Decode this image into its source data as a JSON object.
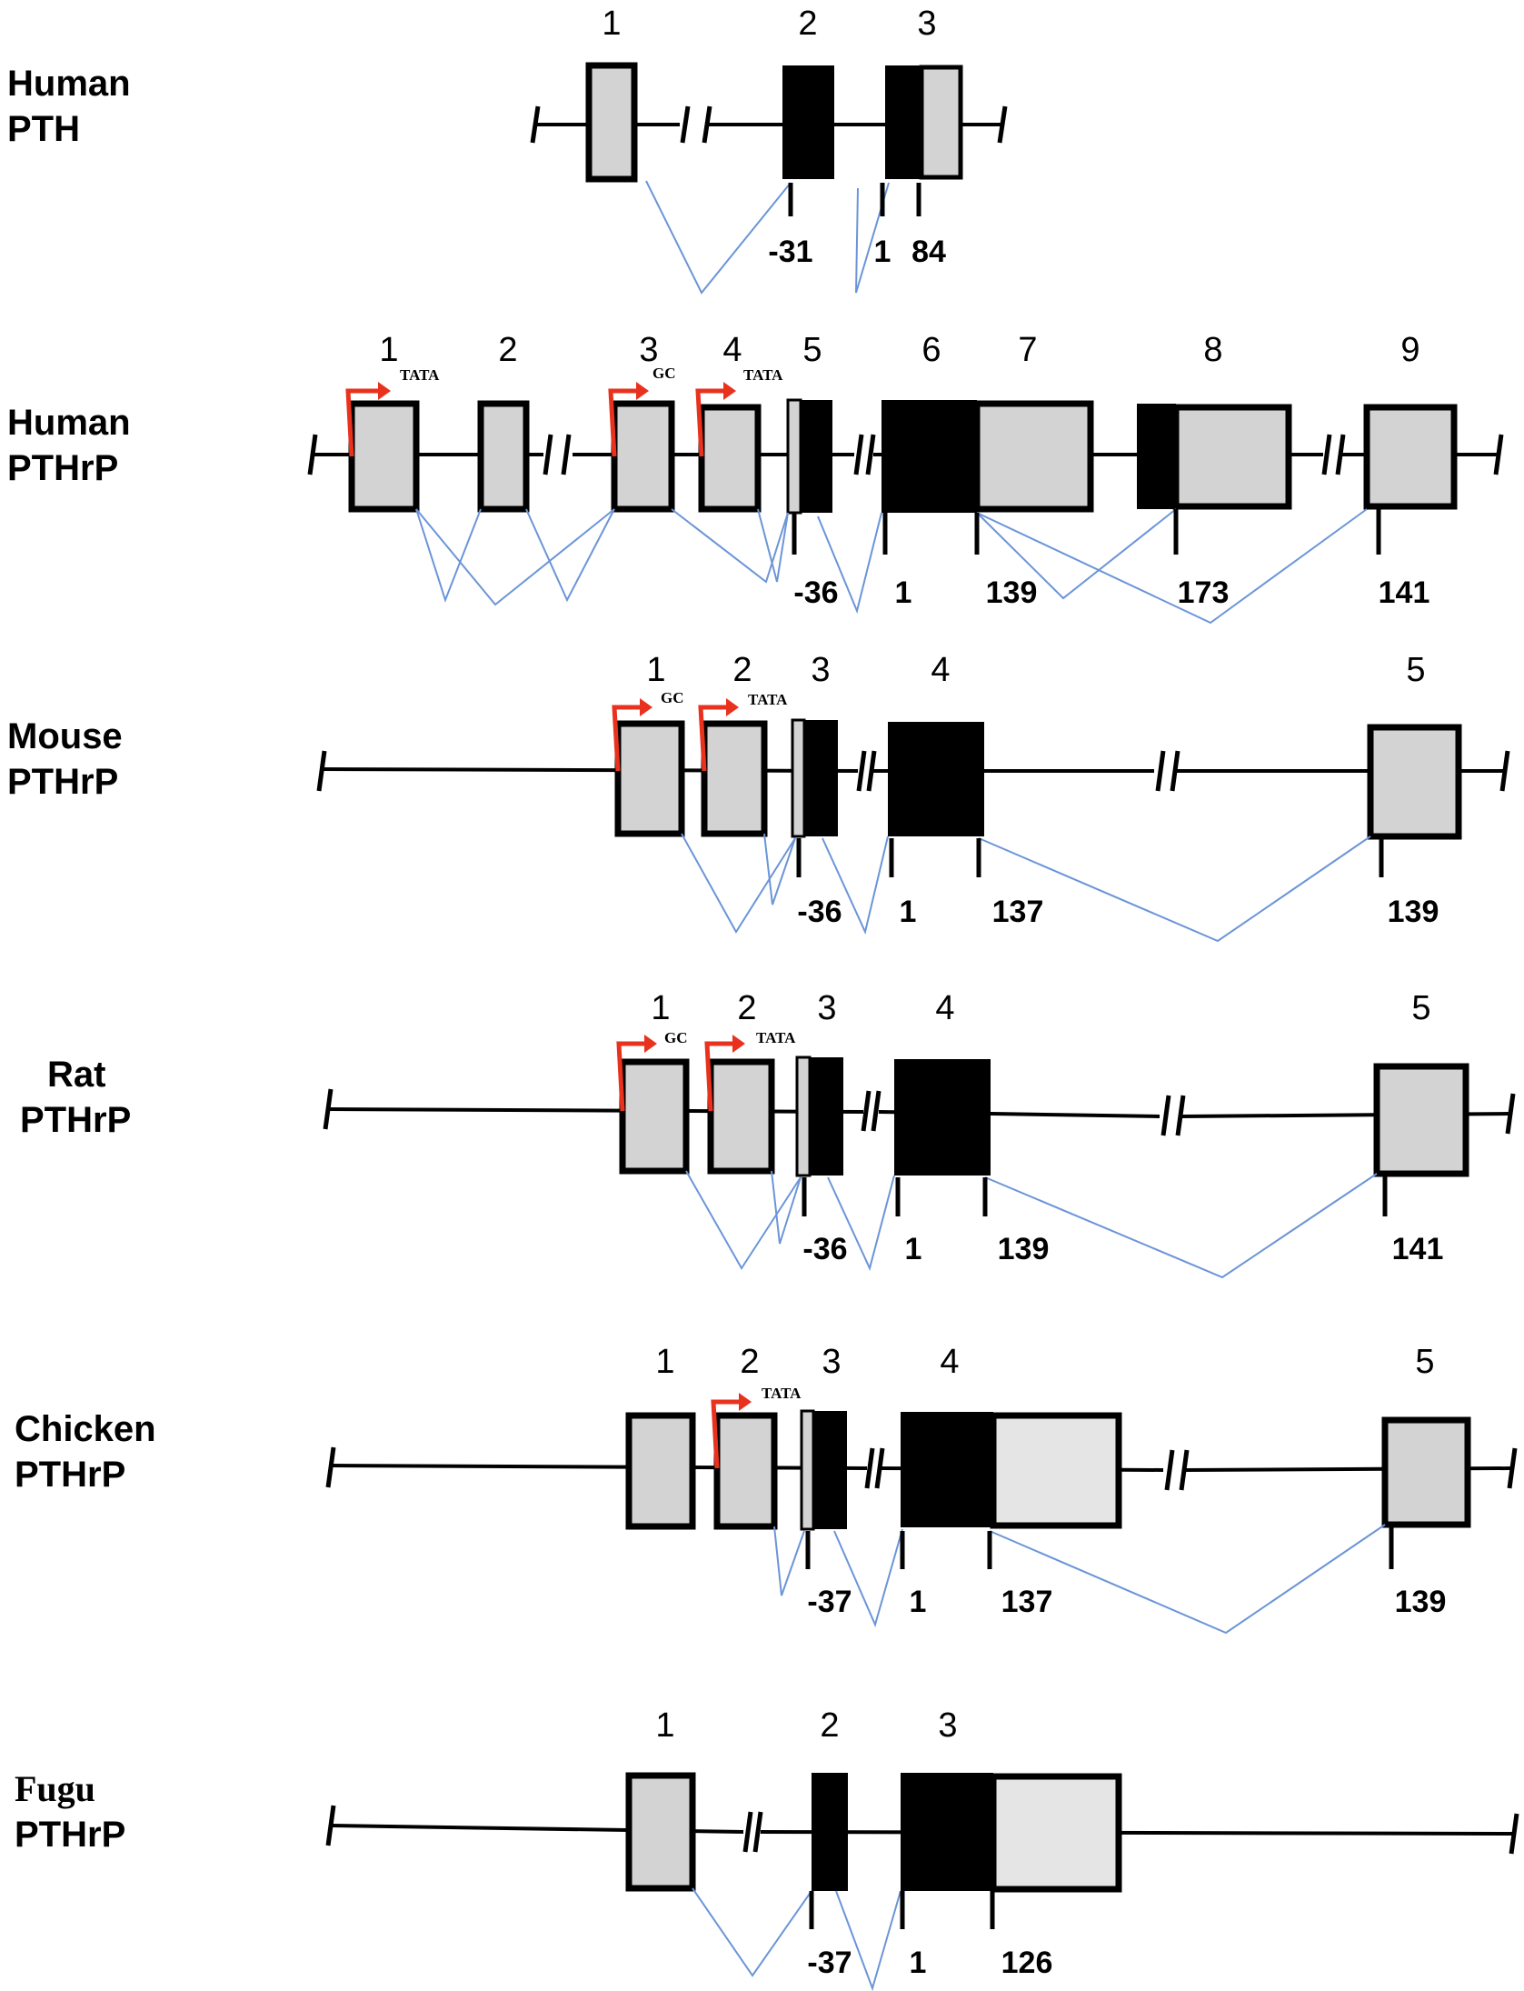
{
  "colors": {
    "coding_exon": "#000000",
    "utr_exon": "#d3d3d3",
    "light_utr_exon": "#e5e5e5",
    "promoter_arrow": "#e8321e",
    "splice_line": "#6b95d8",
    "gene_line": "#000000"
  },
  "genes": [
    {
      "label_line1": "Human",
      "label_line2": "PTH",
      "exon_numbers": [
        "1",
        "2",
        "3"
      ],
      "promoter_labels": [],
      "positions": [
        "-31",
        "1",
        "84"
      ]
    },
    {
      "label_line1": "Human",
      "label_line2": "PTHrP",
      "exon_numbers": [
        "1",
        "2",
        "3",
        "4",
        "5",
        "6",
        "7",
        "8",
        "9"
      ],
      "promoter_labels": [
        "TATA",
        "GC",
        "TATA"
      ],
      "positions": [
        "-36",
        "1",
        "139",
        "173",
        "141"
      ]
    },
    {
      "label_line1": "Mouse",
      "label_line2": "PTHrP",
      "exon_numbers": [
        "1",
        "2",
        "3",
        "4",
        "5"
      ],
      "promoter_labels": [
        "GC",
        "TATA"
      ],
      "positions": [
        "-36",
        "1",
        "137",
        "139"
      ]
    },
    {
      "label_line1": "Rat",
      "label_line2": "PTHrP",
      "exon_numbers": [
        "1",
        "2",
        "3",
        "4",
        "5"
      ],
      "promoter_labels": [
        "GC",
        "TATA"
      ],
      "positions": [
        "-36",
        "1",
        "139",
        "141"
      ]
    },
    {
      "label_line1": "Chicken",
      "label_line2": "PTHrP",
      "exon_numbers": [
        "1",
        "2",
        "3",
        "4",
        "5"
      ],
      "promoter_labels": [
        "TATA"
      ],
      "positions": [
        "-37",
        "1",
        "137",
        "139"
      ]
    },
    {
      "label_line1": "Fugu",
      "label_line2": "PTHrP",
      "exon_numbers": [
        "1",
        "2",
        "3"
      ],
      "promoter_labels": [],
      "positions": [
        "-37",
        "1",
        "126"
      ]
    }
  ]
}
